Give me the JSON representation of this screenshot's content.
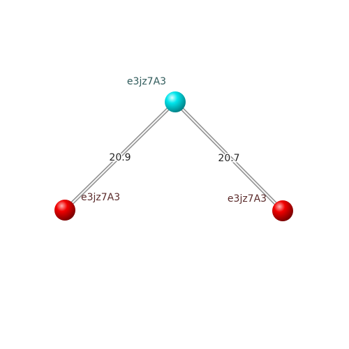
{
  "diagram": {
    "nodes": [
      {
        "id": "top",
        "label": "e3jz7A3",
        "color": "#00e0e8",
        "label_color": "#2f5a5a"
      },
      {
        "id": "left",
        "label": "e3jz7A3",
        "color": "#ee0000",
        "label_color": "#5a2a2a"
      },
      {
        "id": "right",
        "label": "e3jz7A3",
        "color": "#ee0000",
        "label_color": "#5a2a2a"
      }
    ],
    "edges": [
      {
        "from": "top",
        "to": "left",
        "label": "20.9"
      },
      {
        "from": "top",
        "to": "right",
        "label": "20.7"
      }
    ]
  }
}
